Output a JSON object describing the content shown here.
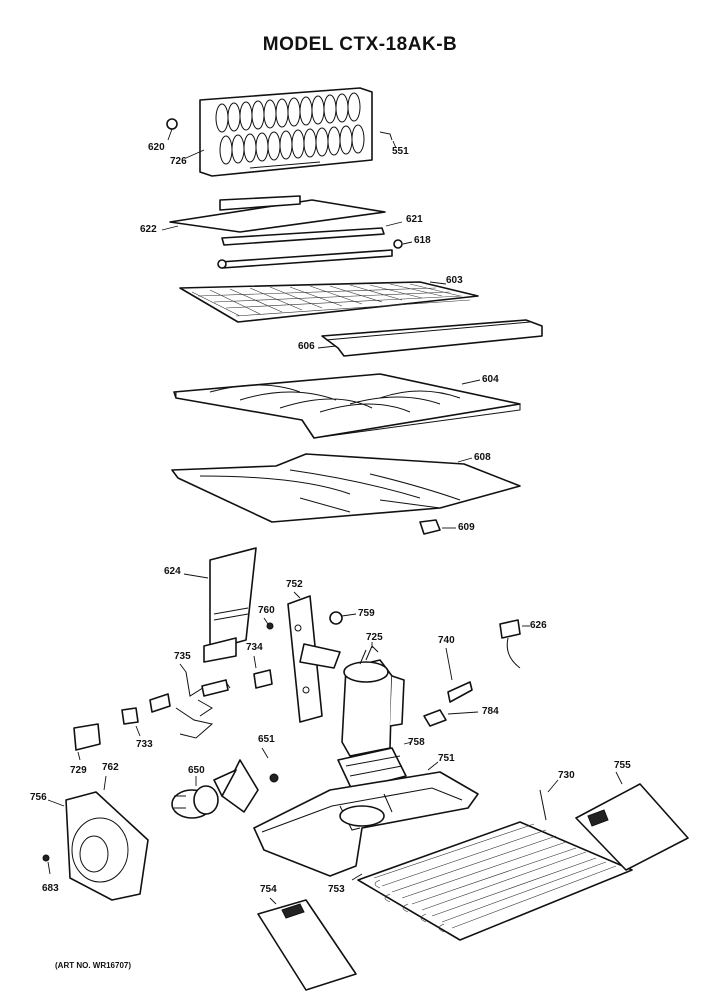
{
  "header": {
    "top_fragment": "·  ·· ··",
    "model_title": "MODEL CTX-18AK-B",
    "art_number": "(ART NO. WR16707)"
  },
  "parts": {
    "p551": "551",
    "p603": "603",
    "p604": "604",
    "p606": "606",
    "p608": "608",
    "p609": "609",
    "p618": "618",
    "p620": "620",
    "p621": "621",
    "p622": "622",
    "p624": "624",
    "p626": "626",
    "p650": "650",
    "p651": "651",
    "p683": "683",
    "p725": "725",
    "p726": "726",
    "p729": "729",
    "p730": "730",
    "p733": "733",
    "p734": "734",
    "p735": "735",
    "p740": "740",
    "p751": "751",
    "p752": "752",
    "p753": "753",
    "p754": "754",
    "p755": "755",
    "p756": "756",
    "p758": "758",
    "p759": "759",
    "p760": "760",
    "p762": "762",
    "p784": "784"
  },
  "colors": {
    "ink": "#111111",
    "paper": "#ffffff"
  }
}
